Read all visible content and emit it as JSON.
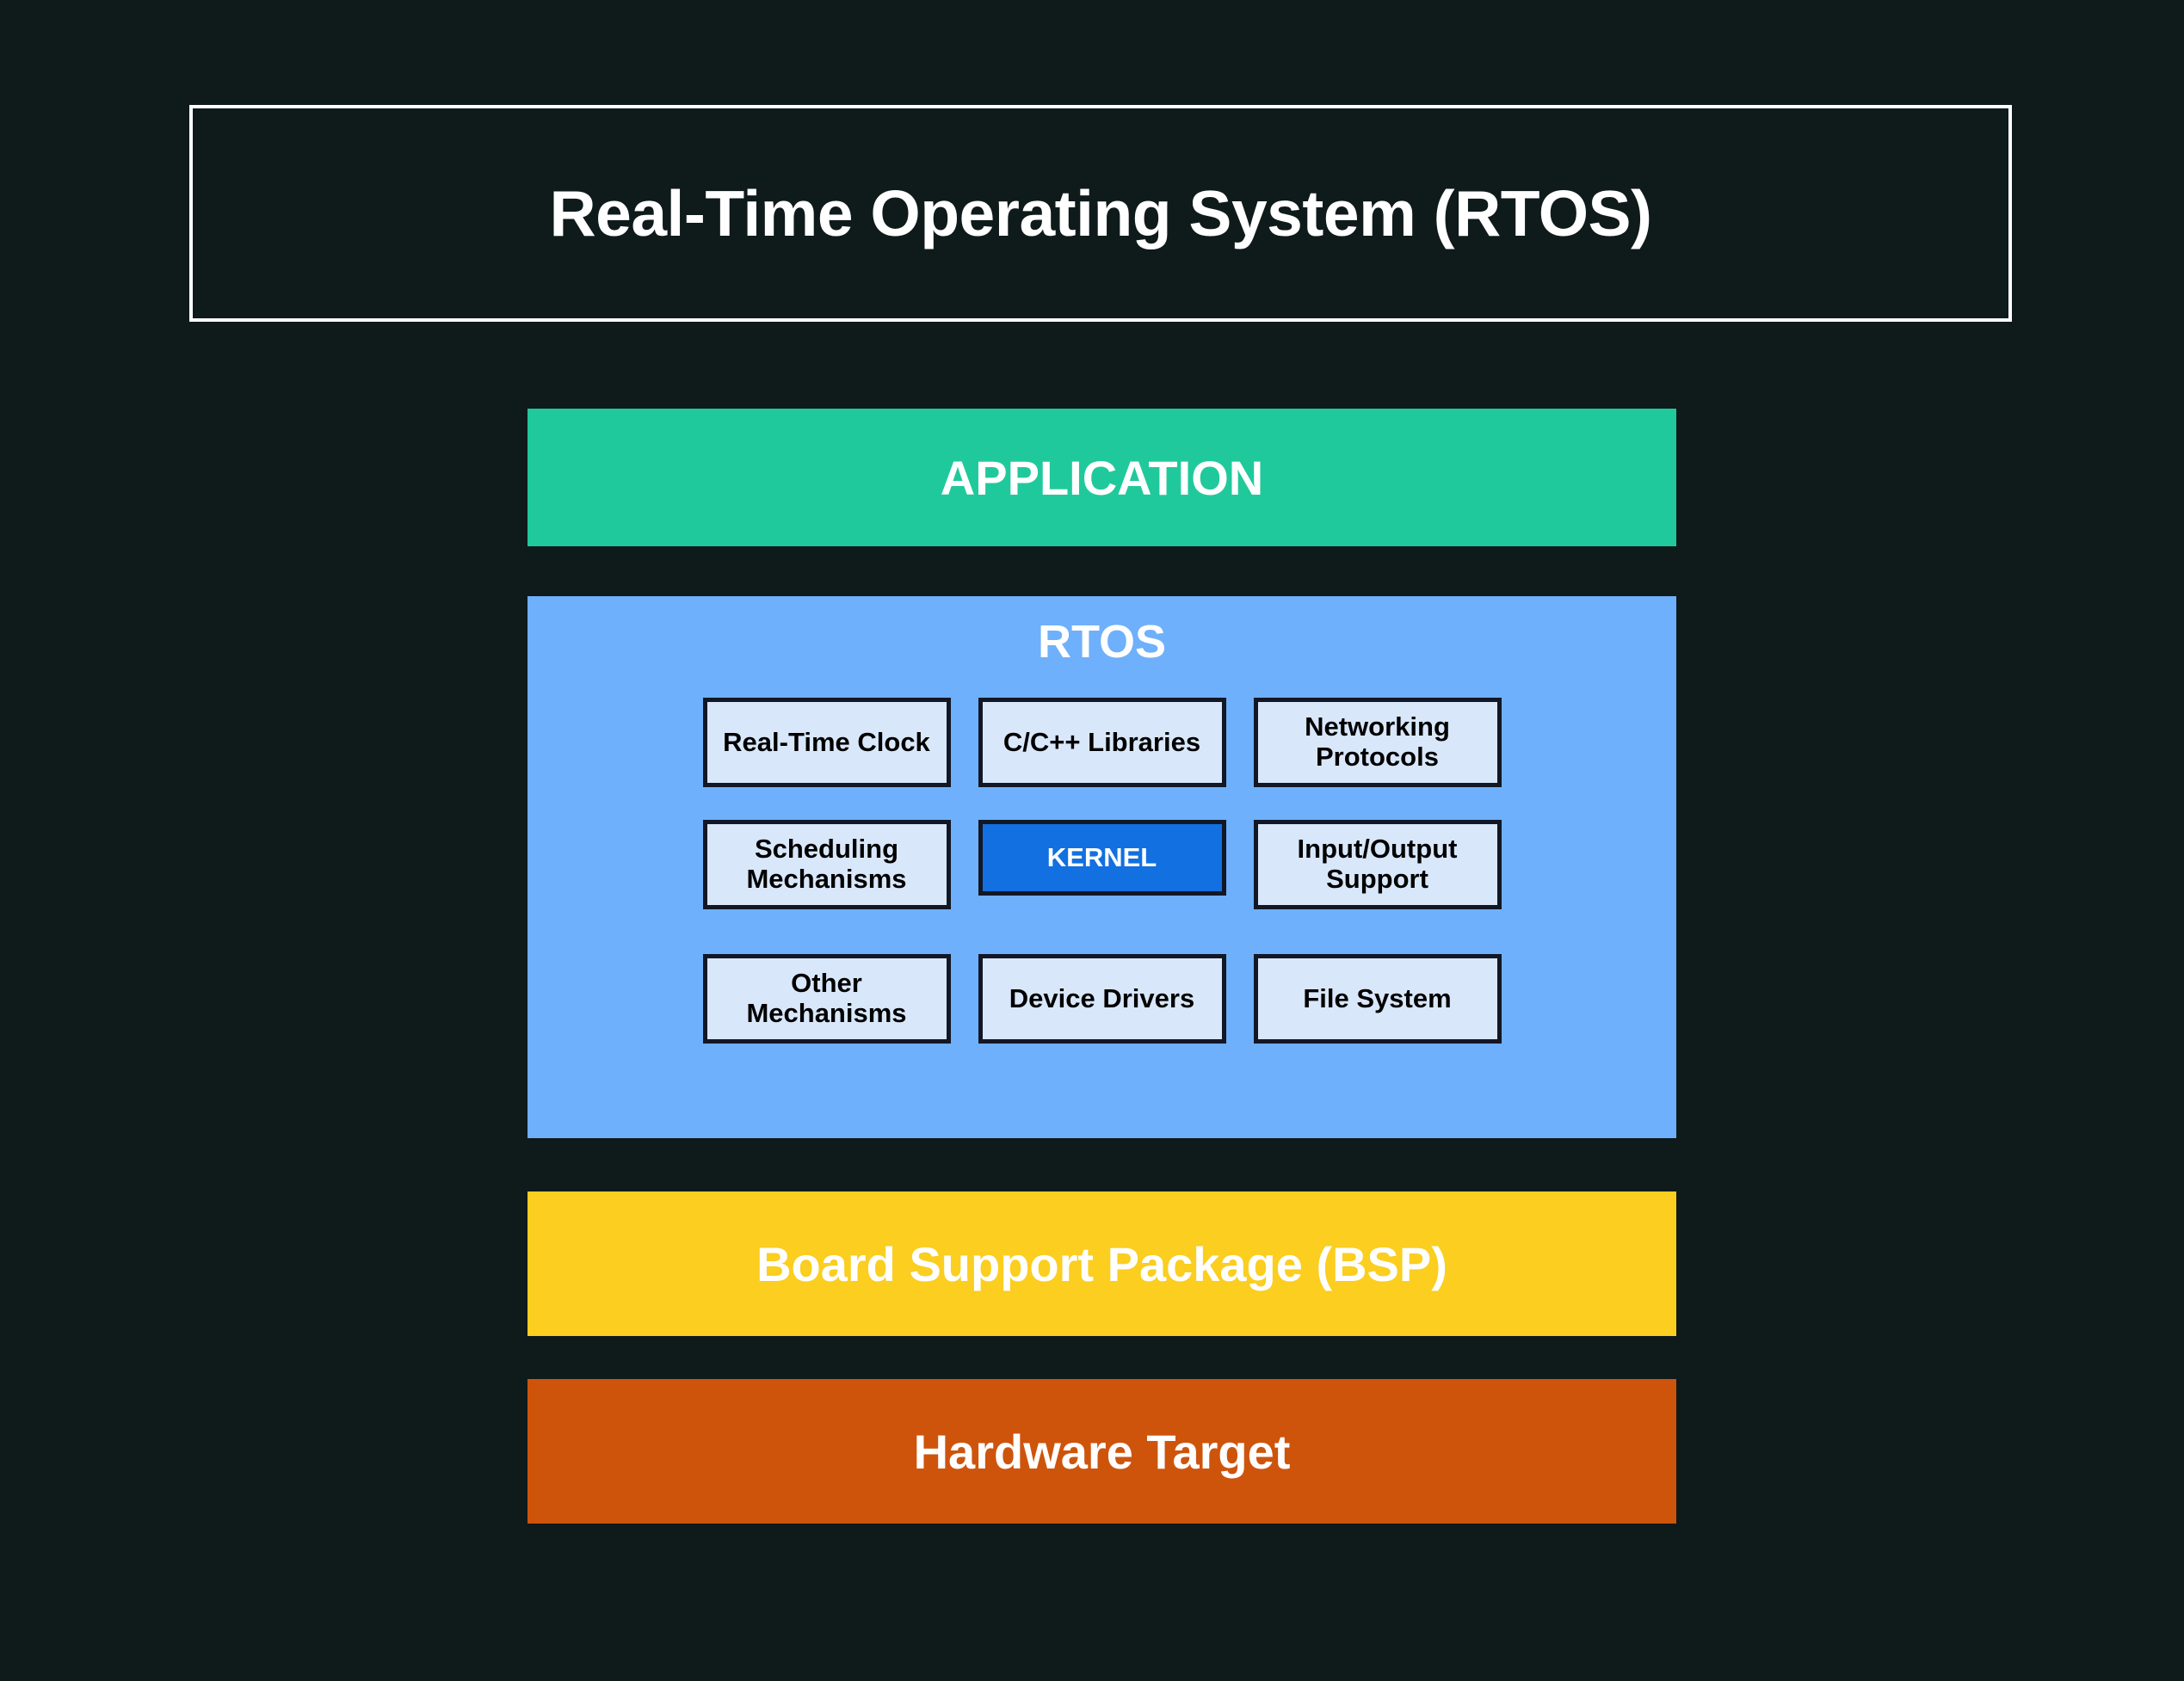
{
  "page": {
    "background_color": "#0f1a1b",
    "title": "Real-Time Operating System (RTOS)"
  },
  "title_box": {
    "label": "Real-Time Operating System (RTOS)",
    "border_color": "#ffffff",
    "text_color": "#ffffff"
  },
  "layers": {
    "application": {
      "label": "APPLICATION",
      "color": "#20c99b",
      "text_color": "#ffffff"
    },
    "rtos": {
      "heading": "RTOS",
      "color": "#6eb0fb",
      "heading_color": "#ffffff",
      "box_fill": "#d9e7fa",
      "box_border": "#121726",
      "kernel_fill": "#1270e0",
      "rows": [
        [
          {
            "label": "Real-Time Clock",
            "highlight": false
          },
          {
            "label": "C/C++ Libraries",
            "highlight": false
          },
          {
            "label": "Networking Protocols",
            "highlight": false
          }
        ],
        [
          {
            "label": "Scheduling Mechanisms",
            "highlight": false
          },
          {
            "label": "KERNEL",
            "highlight": true
          },
          {
            "label": "Input/Output Support",
            "highlight": false
          }
        ],
        [
          {
            "label": "Other Mechanisms",
            "highlight": false
          },
          {
            "label": "Device Drivers",
            "highlight": false
          },
          {
            "label": "File System",
            "highlight": false
          }
        ]
      ]
    },
    "bsp": {
      "label": "Board Support Package (BSP)",
      "color": "#fbce1f",
      "text_color": "#ffffff"
    },
    "hardware": {
      "label": "Hardware Target",
      "color": "#ce540c",
      "text_color": "#ffffff"
    }
  },
  "cells": {
    "r0c0": "Real-Time Clock",
    "r0c1": "C/C++ Libraries",
    "r0c2a": "Networking",
    "r0c2b": "Protocols",
    "r1c0a": "Scheduling",
    "r1c0b": "Mechanisms",
    "r1c1": "KERNEL",
    "r1c2a": "Input/Output",
    "r1c2b": "Support",
    "r2c0a": "Other",
    "r2c0b": "Mechanisms",
    "r2c1": "Device Drivers",
    "r2c2": "File System"
  }
}
